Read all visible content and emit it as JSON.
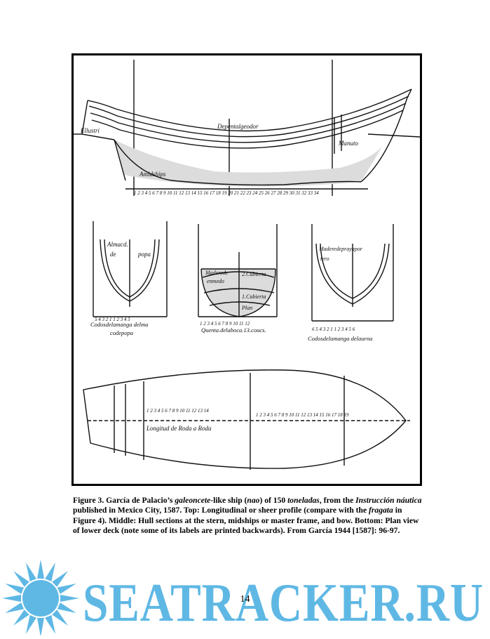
{
  "figure": {
    "labels": {
      "sheer_top": "Depentalgeodor",
      "sheer_left": "Ellustri",
      "sheer_right": "Manuto",
      "sheer_mid": "Amidships",
      "section_stern_1": "Almacd.",
      "section_stern_2": "de",
      "section_stern_3": "popa",
      "section_stern_bottom": "Codosdelamanga delma",
      "section_stern_bottom2": "codepopa",
      "section_mid_1": "Maderode",
      "section_mid_2": "enmedo",
      "section_mid_3": "2.Cubierta",
      "section_mid_4": "1.Cubierta",
      "section_mid_5": "Plan",
      "section_mid_bottom": "Quenta.delaboca.13.coucs.",
      "section_bow_1": "Maderedeprayapor",
      "section_bow_2": "tero",
      "section_bow_bottom": "Codosdelamanga delaurna",
      "plan_label": "Longitud de Roda a Roda"
    }
  },
  "caption": {
    "fig_label": "Figure 3.",
    "t1": "García de Palacio’s ",
    "i1": "galeoncete",
    "t2": "-like ship (",
    "i2": "nao",
    "t3": ") of 150 ",
    "i3": "toneladas",
    "t4": ", from the ",
    "i4": "Instrucción náutica",
    "t5": " published in Mexico City, 1587.  Top: Longitudinal or sheer profile (compare with the ",
    "i5": "fragata",
    "t6": " in Figure 4). Middle: Hull sections at the stern, midships or master frame, and bow.  Bottom: Plan view of lower deck (note some of its labels are printed backwards).  From García 1944 [1587]: 96-97."
  },
  "page_number": "14",
  "watermark": {
    "text": "SEATRACKER.RU",
    "color": "#5fb8e4",
    "icon": "sun-burst-icon"
  }
}
